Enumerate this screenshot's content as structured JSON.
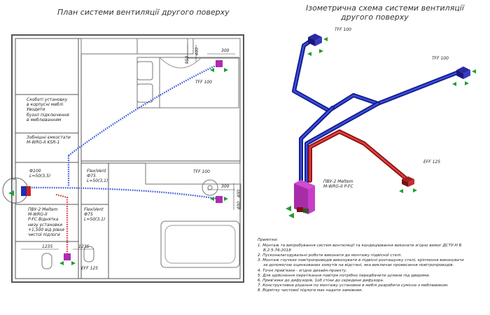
{
  "titles": {
    "plan": "План системи вентиляції другого поверху",
    "iso_line1": "Ізометрична схема системи вентиляції",
    "iso_line2": "другого поверху"
  },
  "plan_labels": {
    "tff_top": "TFF 100",
    "tff_mid": "TFF 100",
    "dim_300_top": "300",
    "dim_300_mid": "300",
    "dim_950": "950",
    "dim_400": "400",
    "dim_400_b": "400",
    "dim_400_c": "400",
    "dim_1235_a": "1235",
    "dim_1235_b": "1235",
    "eff_bottom": "EFF 125",
    "note_panel": [
      "Скобаті установку",
      "в корпусні меблі",
      "Уводити",
      "бузол підключення",
      "в меблюванням"
    ],
    "note_hidden": [
      "Зобнішні ємкостати",
      "M-WRG-II KSR-1"
    ],
    "phi100": [
      "Ф100",
      "L=50(3,5)"
    ],
    "flexivent_1": [
      "FlexiVent",
      "Ф75",
      "L=50(3,1)"
    ],
    "pvu": [
      "ПВУ-2 Meltem",
      "M-WRG-II",
      "P-FC Віднятка",
      "низу установки",
      "+1,500 від рівня",
      "чистої підлоги"
    ],
    "flexivent_2": [
      "FlexiVent",
      "Ф75",
      "L=50(3,1)"
    ]
  },
  "iso_labels": {
    "tff_left": "TFF 100",
    "tff_right": "TFF 100",
    "eff": "EFF 125",
    "pvu": [
      "ПВУ-2 Meltem",
      "M-WRG-II P-FC"
    ]
  },
  "notes": {
    "heading": "Примітки:",
    "items": [
      "1.  Монтаж та випробування систем вентиляції та кондиціювання виконати згідно вимог ДСТУ-Н Б",
      "В.2.5-76:2018",
      "2.  Пусконалагодувальні роботи виконати до монтажу підвісної стелі.",
      "3.  Монтаж гнучких повітропроводів виконувати в підвісні розташунку стелі, кріплення виконувати",
      "за допомогою оцинкованих хомутів на відстані, яка виключає провисання повітропроводів.",
      "4.  Точні прив'язки - згідно дизайн-проекту.",
      "5.  Для здійснення перетікання повітря потрібно передбачити щілини під дверима.",
      "6.  Прив'язки до дифузорів, 1об стіни до середини дифузора.",
      "7.  Конструктивне рішення по монтажу установки в меблі розробити сумісно з меблювиком.",
      "8.  Відмітку чистової підлоги має надати замовник."
    ]
  },
  "colors": {
    "supply": "#1f2fb0",
    "extract": "#cc2222",
    "flex_supply": "#3b5bd6",
    "flex_extract": "#d63b3b",
    "unit": "#b02cb0",
    "green": "#1f9f2f",
    "wall": "#555555"
  }
}
